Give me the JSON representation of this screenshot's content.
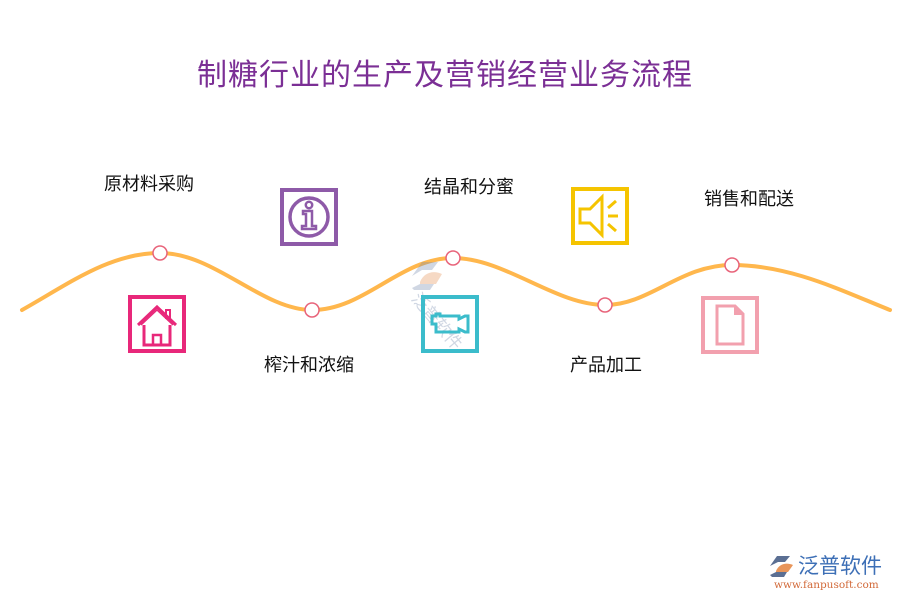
{
  "title": "制糖行业的生产及营销经营业务流程",
  "colors": {
    "title": "#7b2f95",
    "curve": "#ffb74d",
    "node_stroke": "#e8637a",
    "node_fill": "#ffffff",
    "label": "#111111"
  },
  "steps": [
    {
      "label": "原材料采购",
      "position": "above",
      "icon": "house-icon",
      "icon_color": "#e8287a"
    },
    {
      "label": "榨汁和浓缩",
      "position": "below",
      "icon": "info-icon",
      "icon_color": "#8e5aa8"
    },
    {
      "label": "结晶和分蜜",
      "position": "above",
      "icon": "video-camera-icon",
      "icon_color": "#3bbccb"
    },
    {
      "label": "产品加工",
      "position": "below",
      "icon": "speaker-icon",
      "icon_color": "#f5c400"
    },
    {
      "label": "销售和配送",
      "position": "above",
      "icon": "document-icon",
      "icon_color": "#f2a0ae"
    }
  ],
  "watermark": {
    "text": "泛普软件"
  },
  "brand": {
    "name": "泛普软件",
    "url": "www.fanpusoft.com"
  }
}
